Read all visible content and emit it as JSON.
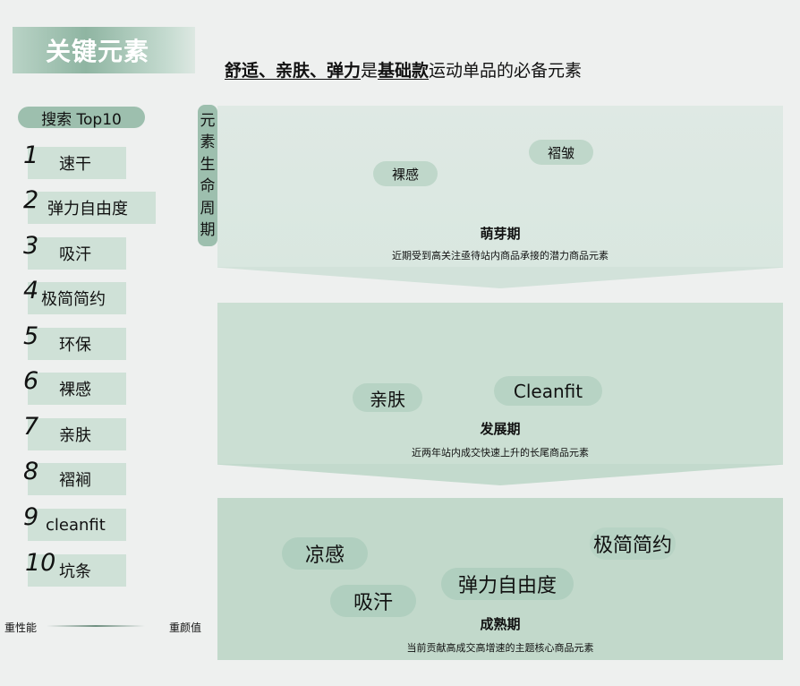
{
  "header": {
    "banner_title": "关键元素",
    "headline": {
      "part1": "舒适、亲肤、弹力",
      "part2": "是",
      "part3": "基础款",
      "part4": "运动单品的必备元素"
    }
  },
  "search_top10": {
    "label": "搜索 Top10",
    "items": [
      {
        "rank": "1",
        "label": "速干"
      },
      {
        "rank": "2",
        "label": "弹力自由度"
      },
      {
        "rank": "3",
        "label": "吸汗"
      },
      {
        "rank": "4",
        "label": "极简简约"
      },
      {
        "rank": "5",
        "label": "环保"
      },
      {
        "rank": "6",
        "label": "裸感"
      },
      {
        "rank": "7",
        "label": "亲肤"
      },
      {
        "rank": "8",
        "label": "褶裥"
      },
      {
        "rank": "9",
        "label": "cleanfit"
      },
      {
        "rank": "10",
        "label": "坑条"
      }
    ]
  },
  "legend": {
    "left": "重性能",
    "right": "重颜值"
  },
  "lifecycle": {
    "label_chars": [
      "元",
      "素",
      "生",
      "命",
      "周",
      "期"
    ],
    "stages": [
      {
        "title": "萌芽期",
        "description": "近期受到高关注亟待站内商品承接的潜力商品元素",
        "tags": [
          "裸感",
          "褶皱"
        ]
      },
      {
        "title": "发展期",
        "description": "近两年站内成交快速上升的长尾商品元素",
        "tags": [
          "亲肤",
          "Cleanfit"
        ]
      },
      {
        "title": "成熟期",
        "description": "当前贡献高成交高增速的主题核心商品元素",
        "tags": [
          "凉感",
          "吸汗",
          "弹力自由度",
          "极简简约"
        ]
      }
    ]
  },
  "colors": {
    "background": "#eef0ef",
    "accent_green": "#9dbfae",
    "rank_box": "#cfe1d7",
    "stage1": "#dce8e2",
    "stage2": "#cbdfd3",
    "stage3": "#c2d9cb",
    "tag": "#b7d3c4"
  }
}
